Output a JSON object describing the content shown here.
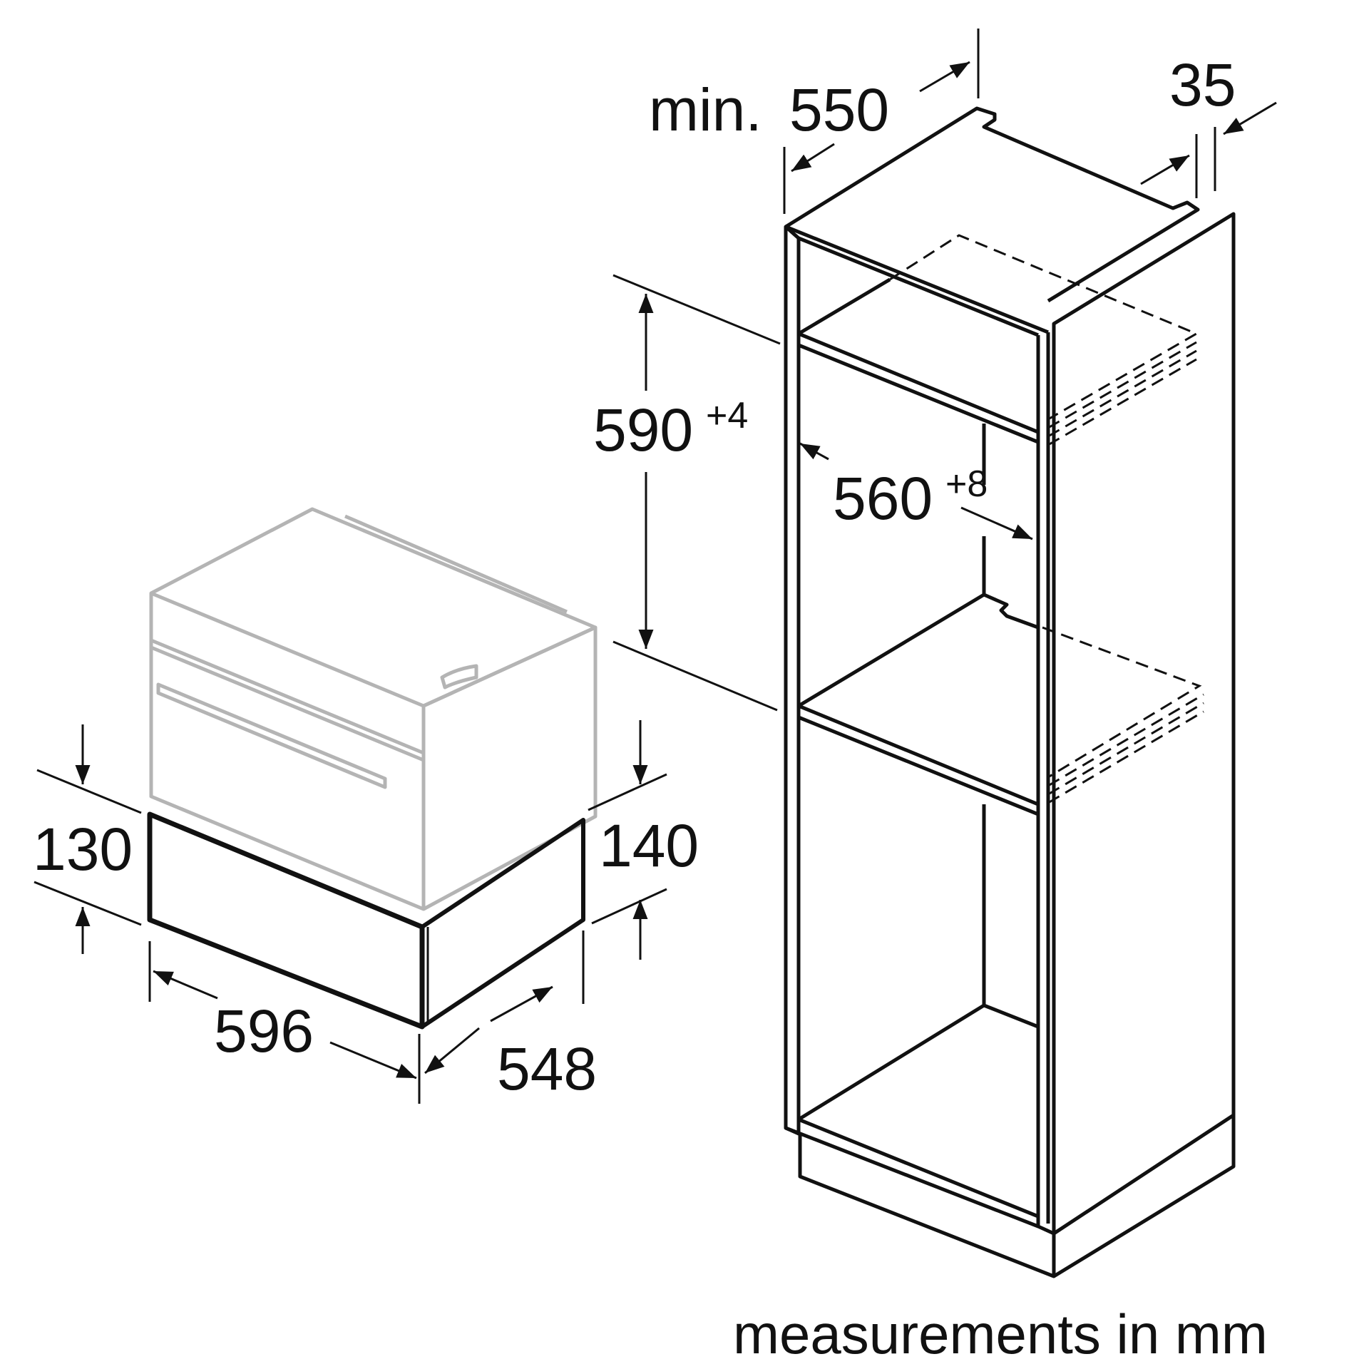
{
  "colors": {
    "line": "#111111",
    "ghost": "#b4b4b4",
    "background": "#ffffff"
  },
  "dimensions": {
    "niche_depth": {
      "prefix": "min.",
      "value": "550"
    },
    "rear_gap": "35",
    "niche_height": {
      "value": "590",
      "tolerance": "+4"
    },
    "niche_width": {
      "value": "560",
      "tolerance": "+8"
    },
    "drawer_front_height": "130",
    "drawer_height": "140",
    "drawer_width": "596",
    "drawer_depth": "548"
  },
  "caption": "measurements in mm"
}
